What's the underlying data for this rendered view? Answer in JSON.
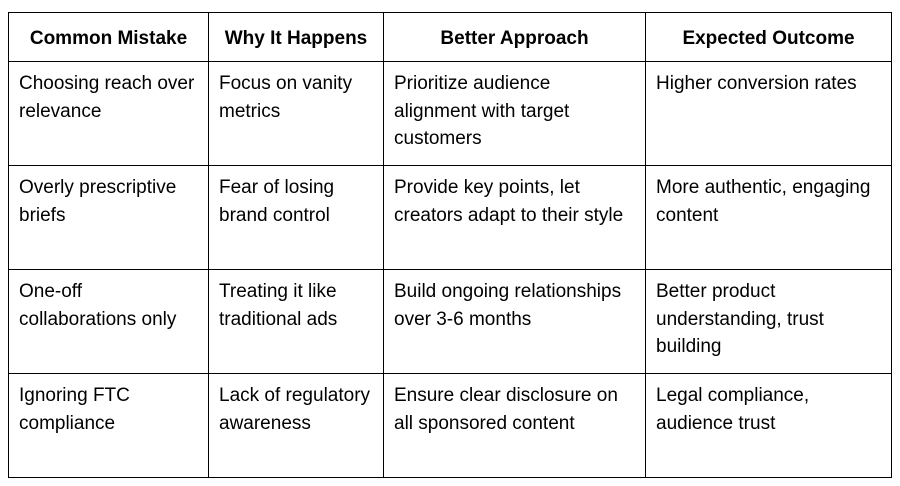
{
  "table": {
    "headers": [
      "Common Mistake",
      "Why It Happens",
      "Better Approach",
      "Expected Outcome"
    ],
    "rows": [
      [
        "Choosing reach over relevance",
        "Focus on vanity metrics",
        "Prioritize audience alignment with target customers",
        "Higher conversion rates"
      ],
      [
        "Overly prescriptive briefs",
        "Fear of losing brand control",
        "Provide key points, let creators adapt to their style",
        "More authentic, engaging content"
      ],
      [
        "One-off collaborations only",
        "Treating it like traditional ads",
        "Build ongoing relationships over 3-6 months",
        "Better product understanding, trust building"
      ],
      [
        "Ignoring FTC compliance",
        "Lack of regulatory awareness",
        "Ensure clear disclosure on all sponsored content",
        "Legal compliance, audience trust"
      ]
    ]
  }
}
